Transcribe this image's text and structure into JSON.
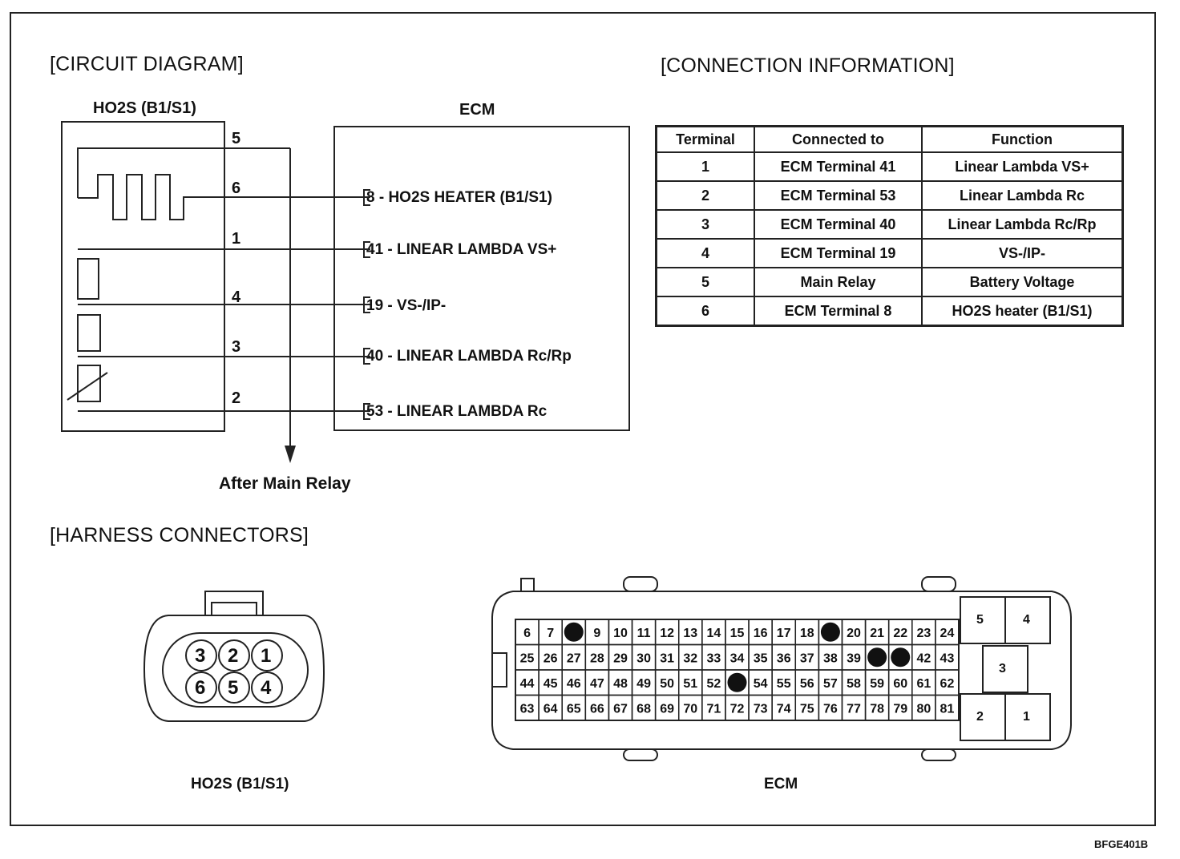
{
  "sections": {
    "circuit": "[CIRCUIT DIAGRAM]",
    "connection": "[CONNECTION INFORMATION]",
    "harness": "[HARNESS CONNECTORS]"
  },
  "circuit": {
    "sensor_label": "HO2S (B1/S1)",
    "ecm_label": "ECM",
    "after_main_relay": "After Main Relay",
    "wire_numbers": [
      "5",
      "6",
      "1",
      "4",
      "3",
      "2"
    ],
    "ecm_pins": [
      "8 - HO2S HEATER (B1/S1)",
      "41 - LINEAR LAMBDA VS+",
      "19 - VS-/IP-",
      "40 - LINEAR LAMBDA Rc/Rp",
      "53 - LINEAR LAMBDA Rc"
    ]
  },
  "table": {
    "headers": [
      "Terminal",
      "Connected to",
      "Function"
    ],
    "rows": [
      [
        "1",
        "ECM Terminal 41",
        "Linear Lambda VS+"
      ],
      [
        "2",
        "ECM Terminal 53",
        "Linear Lambda Rc"
      ],
      [
        "3",
        "ECM Terminal 40",
        "Linear Lambda Rc/Rp"
      ],
      [
        "4",
        "ECM Terminal 19",
        "VS-/IP-"
      ],
      [
        "5",
        "Main Relay",
        "Battery Voltage"
      ],
      [
        "6",
        "ECM Terminal 8",
        "HO2S heater (B1/S1)"
      ]
    ]
  },
  "harness": {
    "ho2s_label": "HO2S (B1/S1)",
    "ecm_label": "ECM",
    "ho2s_pins": [
      "3",
      "2",
      "1",
      "6",
      "5",
      "4"
    ],
    "ecm_grid_rows": [
      [
        "6",
        "7",
        "•",
        "9",
        "10",
        "11",
        "12",
        "13",
        "14",
        "15",
        "16",
        "17",
        "18",
        "•",
        "20",
        "21",
        "22",
        "23",
        "24"
      ],
      [
        "25",
        "26",
        "27",
        "28",
        "29",
        "30",
        "31",
        "32",
        "33",
        "34",
        "35",
        "36",
        "37",
        "38",
        "39",
        "•",
        "•",
        "42",
        "43"
      ],
      [
        "44",
        "45",
        "46",
        "47",
        "48",
        "49",
        "50",
        "51",
        "52",
        "•",
        "54",
        "55",
        "56",
        "57",
        "58",
        "59",
        "60",
        "61",
        "62"
      ],
      [
        "63",
        "64",
        "65",
        "66",
        "67",
        "68",
        "69",
        "70",
        "71",
        "72",
        "73",
        "74",
        "75",
        "76",
        "77",
        "78",
        "79",
        "80",
        "81"
      ]
    ],
    "ecm_big_pins": [
      "5",
      "4",
      "3",
      "2",
      "1"
    ]
  },
  "figure_code": "BFGE401B"
}
